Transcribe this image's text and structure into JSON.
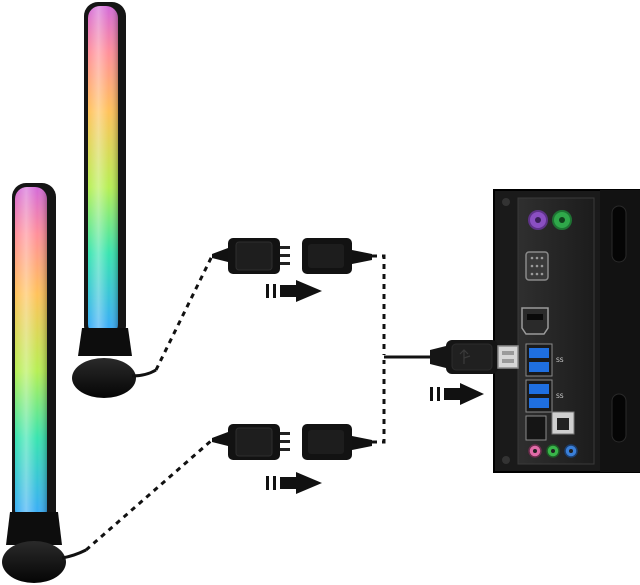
{
  "scene": {
    "light_bars": [
      {
        "id": "rear"
      },
      {
        "id": "front"
      }
    ],
    "connectors": [
      {
        "id": "top"
      },
      {
        "id": "bottom"
      }
    ],
    "io_panel": {
      "port_labels": [
        "SS",
        "SS"
      ]
    },
    "arrows": [
      {
        "id": "top-connector"
      },
      {
        "id": "bottom-connector"
      },
      {
        "id": "usb"
      }
    ],
    "colors": {
      "gradient": [
        "#d46ad8",
        "#ff8f9a",
        "#ffc25a",
        "#b6ef54",
        "#38e4b0",
        "#3aa6ff"
      ],
      "plastic": "#111111",
      "panel": "#2b2b2b",
      "usb_blue": "#1f6fe0",
      "ps2_purple": "#8a4fc2",
      "ps2_green": "#2fa84a",
      "audio_pink": "#e06aa6",
      "audio_green": "#39b54a",
      "audio_blue": "#3a7fd8"
    }
  }
}
